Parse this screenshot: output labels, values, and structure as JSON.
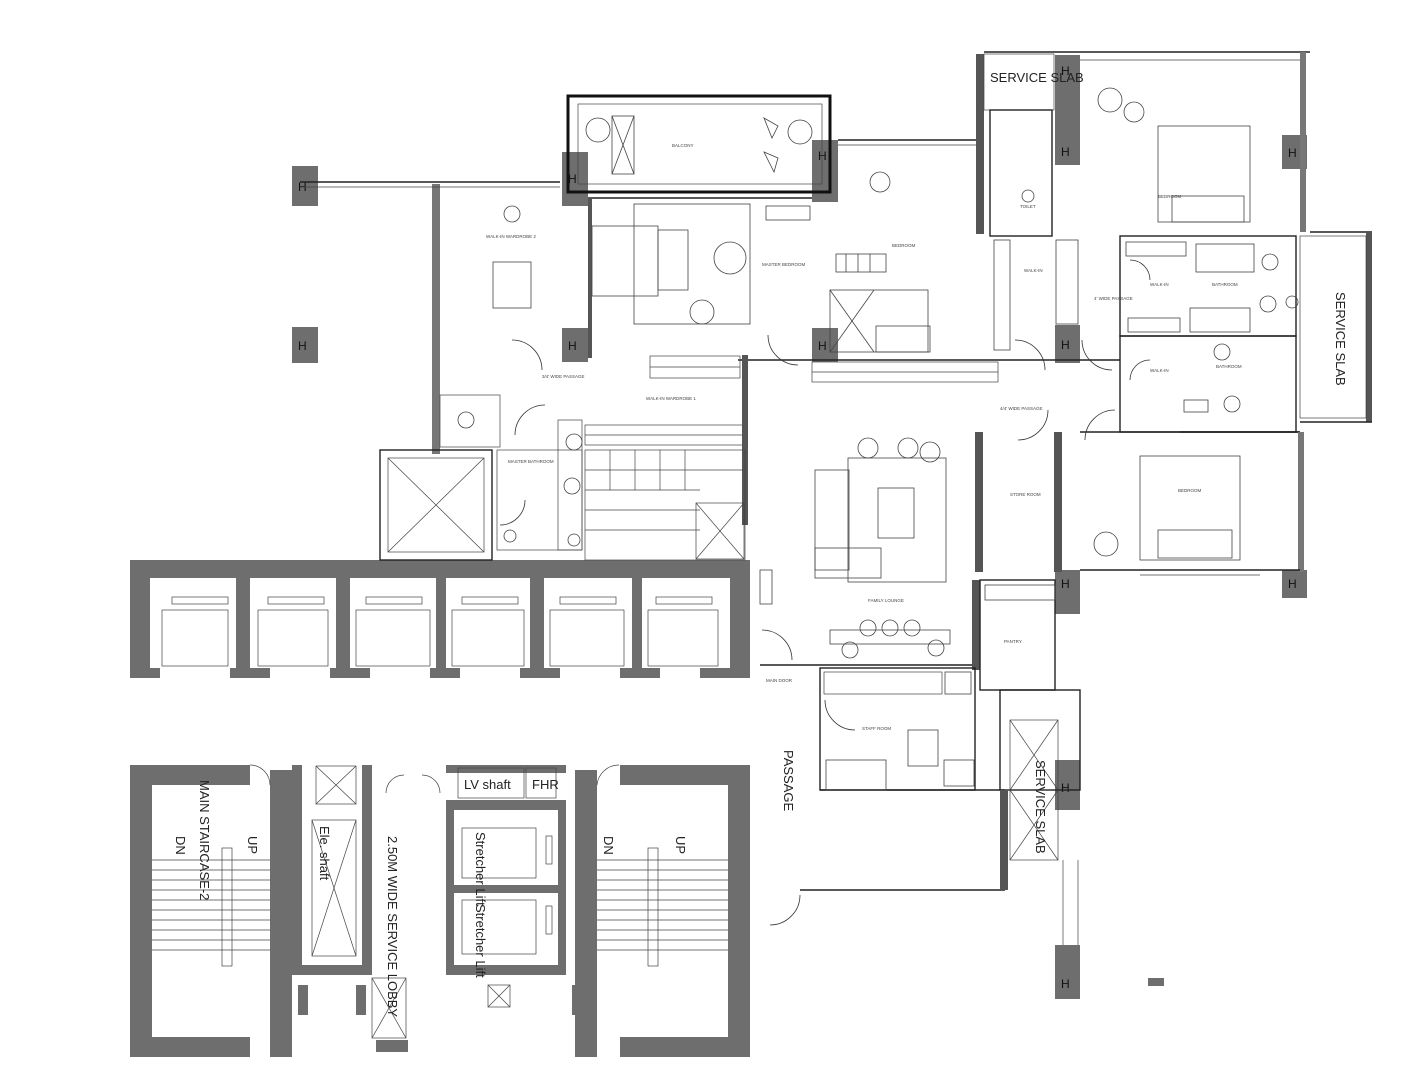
{
  "labels": {
    "balcony": "BALCONY",
    "master_bedroom": "MASTER BEDROOM",
    "walk_in_wardrobe_2": "WALK-IN WARDROBE 2",
    "walk_in_wardrobe_1": "WALK-IN WARDROBE 1",
    "master_bathroom": "MASTER BATHROOM",
    "wide_passage_1": "3/4' WIDE PASSAGE",
    "bedroom_2": "BEDROOM",
    "walk_in": "WALK-IN",
    "toilet": "TOILET",
    "bedroom_3": "BEDROOM",
    "wide_passage_2": "4' WIDE PASSAGE",
    "walk_in_2": "WALK-IN",
    "bathroom": "BATHROOM",
    "walk_in_3": "WALK-IN",
    "bathroom_2": "BATHROOM",
    "wide_passage_3": "4/4' WIDE PASSAGE",
    "store_room": "STORE ROOM",
    "bedroom_4": "BEDROOM",
    "family_lounge": "FAMILY LOUNGE",
    "pantry": "PANTRY",
    "main_door": "MAIN DOOR",
    "staff_room": "STAFF ROOM",
    "passage": "PASSAGE",
    "service_slab_1": "SERVICE SLAB",
    "service_slab_2": "SERVICE SLAB",
    "service_slab_3": "SERVICE SLAB",
    "main_staircase": "MAIN STAIRCASE-2",
    "dn_1": "DN",
    "up_1": "UP",
    "dn_2": "DN",
    "up_2": "UP",
    "ele_shaft": "Ele. shaft",
    "service_lobby": "2.50M WIDE SERVICE LOBBY",
    "lv_shaft": "LV shaft",
    "fhr": "FHR",
    "stretcher_lift_1": "Stretcher Lift",
    "stretcher_lift_2": "Stretcher Lift"
  }
}
